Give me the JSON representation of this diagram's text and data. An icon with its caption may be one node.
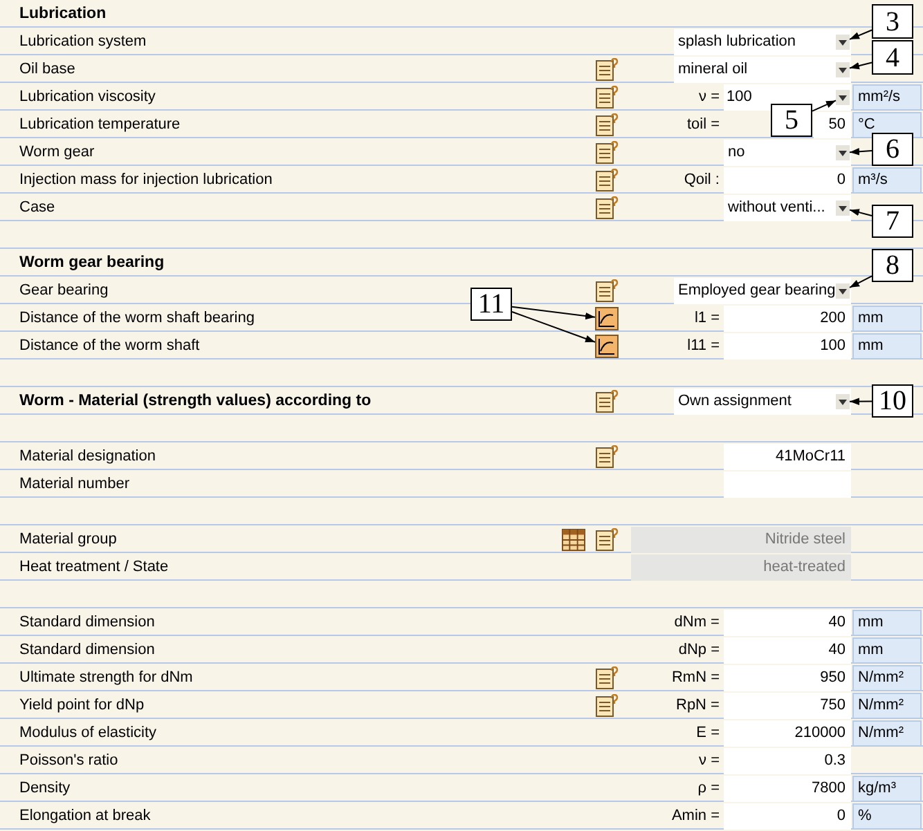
{
  "diagram": {
    "nodes": [
      {
        "text": [
          "3"
        ]
      },
      {
        "text": [
          "4"
        ]
      },
      {
        "text": [
          "5"
        ]
      },
      {
        "text": [
          "6"
        ]
      },
      {
        "text": [
          "7"
        ]
      },
      {
        "text": [
          "8"
        ]
      },
      {
        "text": [
          "11"
        ]
      },
      {
        "text": [
          "10"
        ]
      },
      {
        "text": [],
        "shape": "box"
      },
      {
        "text": [],
        "shape": "box"
      },
      {
        "text": [],
        "shape": "box"
      },
      {
        "text": [],
        "shape": "box"
      },
      {
        "text": [],
        "shape": "box"
      },
      {
        "text": [],
        "shape": "box"
      },
      {
        "text": [],
        "shape": "picture"
      },
      {
        "text": [],
        "shape": "picture"
      },
      {
        "text": [],
        "shape": "box"
      }
    ],
    "edges": [
      {
        "from": 0,
        "to": 8,
        "arrow": "to"
      },
      {
        "from": 1,
        "to": 9,
        "arrow": "to"
      },
      {
        "from": 2,
        "to": 10,
        "arrow": "to"
      },
      {
        "from": 3,
        "to": 11,
        "arrow": "to"
      },
      {
        "from": 4,
        "to": 12,
        "arrow": "to"
      },
      {
        "from": 5,
        "to": 13,
        "arrow": "to"
      },
      {
        "from": 6,
        "to": 14,
        "arrow": "to"
      },
      {
        "from": 6,
        "to": 15,
        "arrow": "to"
      },
      {
        "from": 7,
        "to": 16,
        "arrow": "to"
      }
    ],
    "labels": [
      "Lubrication",
      "Lubrication system",
      "splash lubrication",
      "Oil base",
      "mineral oil",
      "Lubrication viscosity",
      "ν =",
      "100",
      "mm²/s",
      "Lubrication temperature",
      "toil =",
      "50",
      "°C",
      "Worm gear",
      "no",
      "Injection mass for injection lubrication",
      "Qoil :",
      "0",
      "m³/s",
      "Case",
      "without venti...",
      "Worm gear bearing",
      "Gear bearing",
      "Employed gear bearing",
      "Distance of the worm shaft bearing",
      "l1 =",
      "200",
      "mm",
      "Distance of the worm shaft",
      "l11 =",
      "100",
      "mm",
      "Worm - Material (strength values) according to",
      "Own assignment",
      "Material designation",
      "41MoCr11",
      "Material number",
      "Material group",
      "Nitride steel",
      "Heat treatment / State",
      "heat-treated",
      "Standard dimension",
      "dNm =",
      "40",
      "mm",
      "Standard dimension",
      "dNp =",
      "40",
      "mm",
      "Ultimate strength for dNm",
      "RmN =",
      "950",
      "N/mm²",
      "Yield point for dNp",
      "RpN =",
      "750",
      "N/mm²",
      "Modulus of elasticity",
      "E =",
      "210000",
      "N/mm²",
      "Poisson's ratio",
      "ν =",
      "0.3",
      "Density",
      "ρ =",
      "7800",
      "kg/m³",
      "Elongation at break",
      "Amin =",
      "0",
      "%"
    ]
  }
}
